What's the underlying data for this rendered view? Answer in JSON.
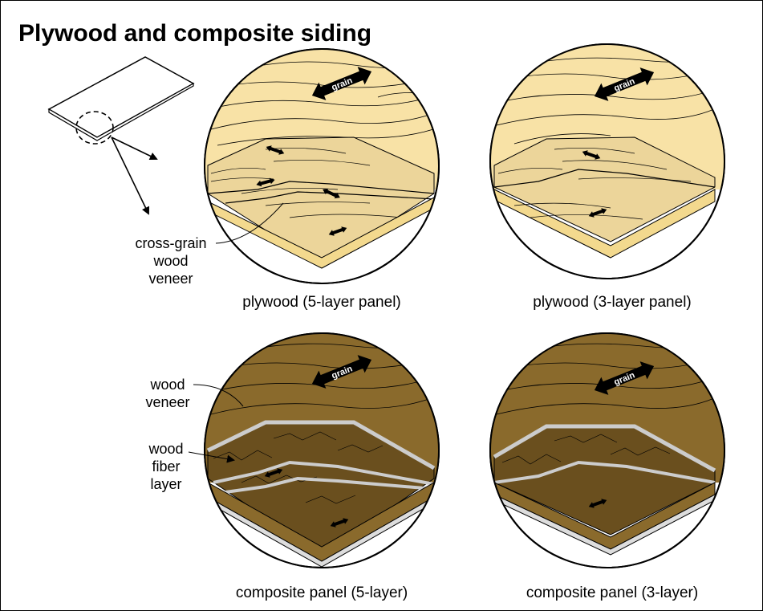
{
  "title": "Plywood and composite siding",
  "panels": [
    {
      "caption": "plywood (5-layer panel)",
      "grain_label": "grain"
    },
    {
      "caption": "plywood (3-layer panel)",
      "grain_label": "grain"
    },
    {
      "caption": "composite panel (5-layer)",
      "grain_label": "grain"
    },
    {
      "caption": "composite panel (3-layer)",
      "grain_label": "grain"
    }
  ],
  "callouts": {
    "cross_grain": [
      "cross-grain",
      "wood",
      "veneer"
    ],
    "wood_veneer": [
      "wood",
      "veneer"
    ],
    "wood_fiber": [
      "wood",
      "fiber",
      "layer"
    ]
  },
  "colors": {
    "plywood_face": "#f8e2a6",
    "plywood_inner": "#ecd59a",
    "plywood_edge": "#f3d98e",
    "composite_face": "#8a6a2c",
    "composite_fiber": "#6a4f1e",
    "composite_edge": "#ffffff",
    "line": "#000000"
  }
}
